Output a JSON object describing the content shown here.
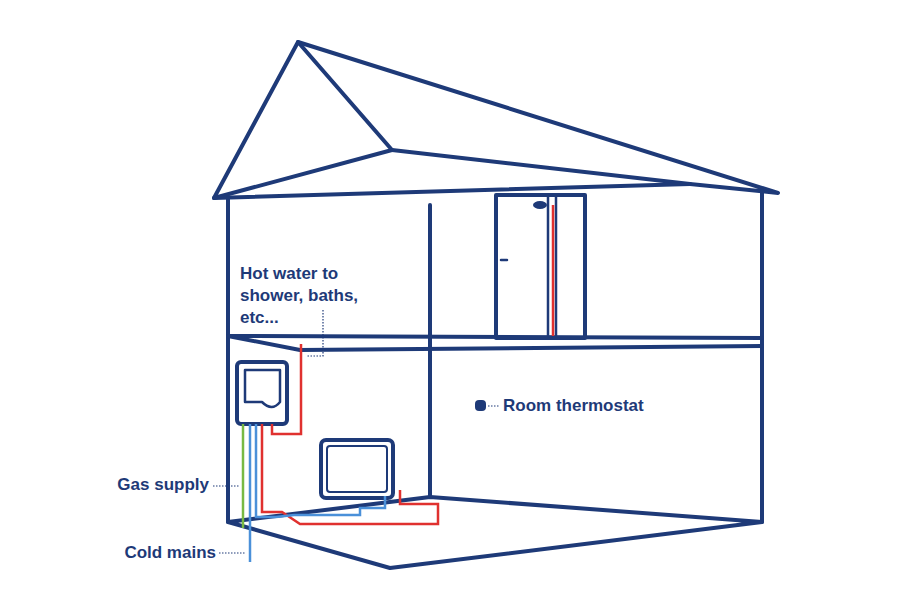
{
  "diagram": {
    "labels": [
      "Hot water to shower, baths, etc...",
      "Room thermostat",
      "Gas supply",
      "Cold mains"
    ]
  }
}
